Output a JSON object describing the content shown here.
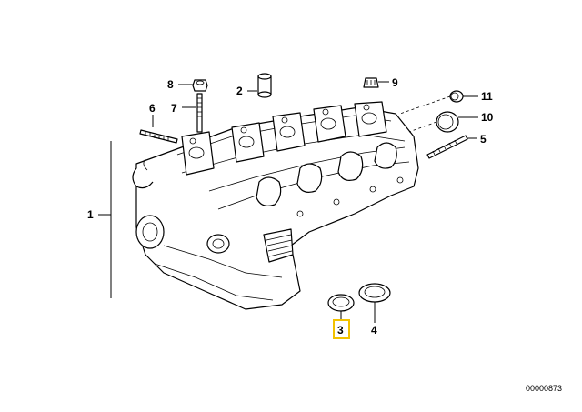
{
  "callouts": [
    {
      "id": "1",
      "text": "1"
    },
    {
      "id": "2",
      "text": "2"
    },
    {
      "id": "3",
      "text": "3",
      "highlighted": true
    },
    {
      "id": "4",
      "text": "4"
    },
    {
      "id": "5",
      "text": "5"
    },
    {
      "id": "6",
      "text": "6"
    },
    {
      "id": "7",
      "text": "7"
    },
    {
      "id": "8",
      "text": "8"
    },
    {
      "id": "9",
      "text": "9"
    },
    {
      "id": "10",
      "text": "10"
    },
    {
      "id": "11",
      "text": "11"
    }
  ],
  "reference_number": "00000873",
  "colors": {
    "highlight": "#f2c200",
    "ink": "#000000"
  }
}
